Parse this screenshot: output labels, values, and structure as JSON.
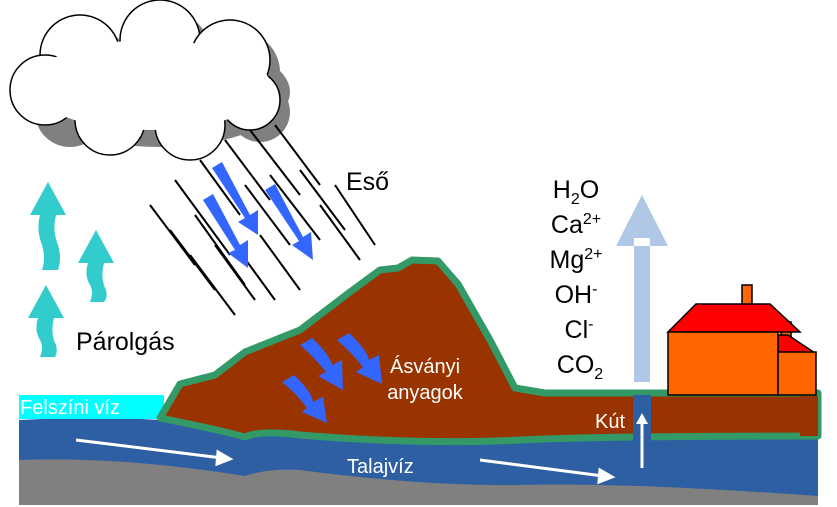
{
  "labels": {
    "rain": "Eső",
    "evaporation": "Párolgás",
    "surface_water": "Felszíni víz",
    "groundwater": "Talajvíz",
    "well": "Kút",
    "minerals_line1": "Ásványi",
    "minerals_line2": "anyagok"
  },
  "chemicals": [
    {
      "base": "H",
      "sub": "2",
      "tail": "O"
    },
    {
      "base": "Ca",
      "sup": "2+"
    },
    {
      "base": "Mg",
      "sup": "2+"
    },
    {
      "base": "OH",
      "sup": "-"
    },
    {
      "base": "Cl",
      "sup": "-"
    },
    {
      "base": "CO",
      "sub": "2"
    }
  ],
  "colors": {
    "soil": "#993300",
    "grass": "#339966",
    "groundwater": "#2e5fa3",
    "bedrock": "#808080",
    "surface_water": "#00ffff",
    "rain_arrow": "#3366ff",
    "evaporation_arrow": "#33cccc",
    "house_wall": "#ff6600",
    "roof": "#ff0000",
    "well_arrow": "#b0c8e6"
  }
}
